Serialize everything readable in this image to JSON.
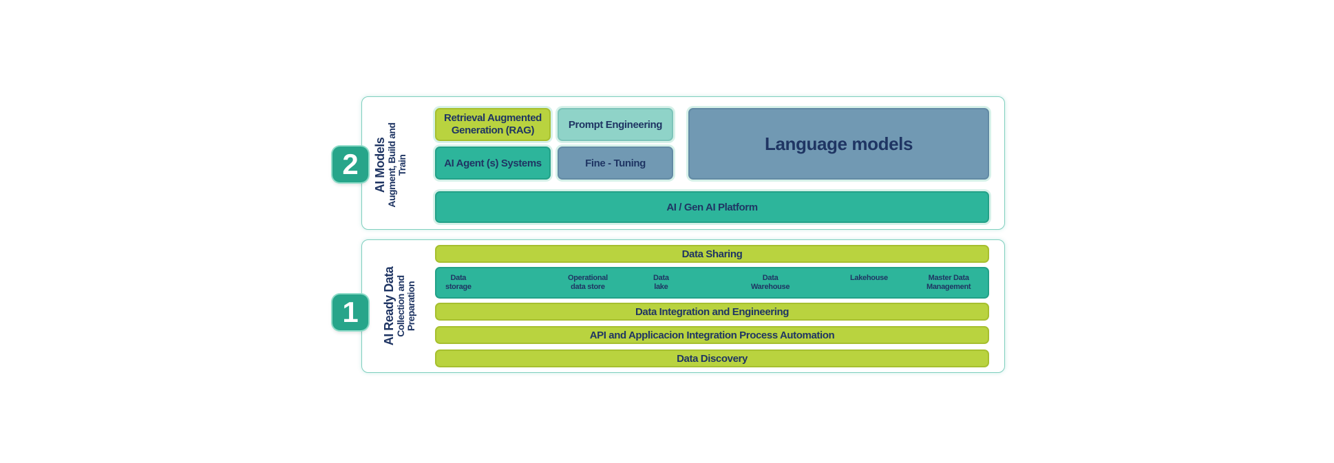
{
  "layer2": {
    "number": "2",
    "title": "AI Models",
    "subtitle": "Augment, Build and Train",
    "rag": "Retrieval Augmented Generation (RAG)",
    "prompt": "Prompt Engineering",
    "agents": "AI Agent (s) Systems",
    "finetune": "Fine - Tuning",
    "language_models": "Language models",
    "platform": "AI /  Gen AI Platform"
  },
  "layer1": {
    "number": "1",
    "title": "AI Ready Data",
    "subtitle": "Collection and Preparation",
    "sharing": "Data Sharing",
    "storage_items": [
      "Data\nstorage",
      "Operational\ndata store",
      "Data\nlake",
      "Data\nWarehouse",
      "Lakehouse",
      "Master Data\nManagement"
    ],
    "integration": "Data Integration and Engineering",
    "api": "API and Applicacion Integration  Process Automation",
    "discovery": "Data Discovery"
  }
}
